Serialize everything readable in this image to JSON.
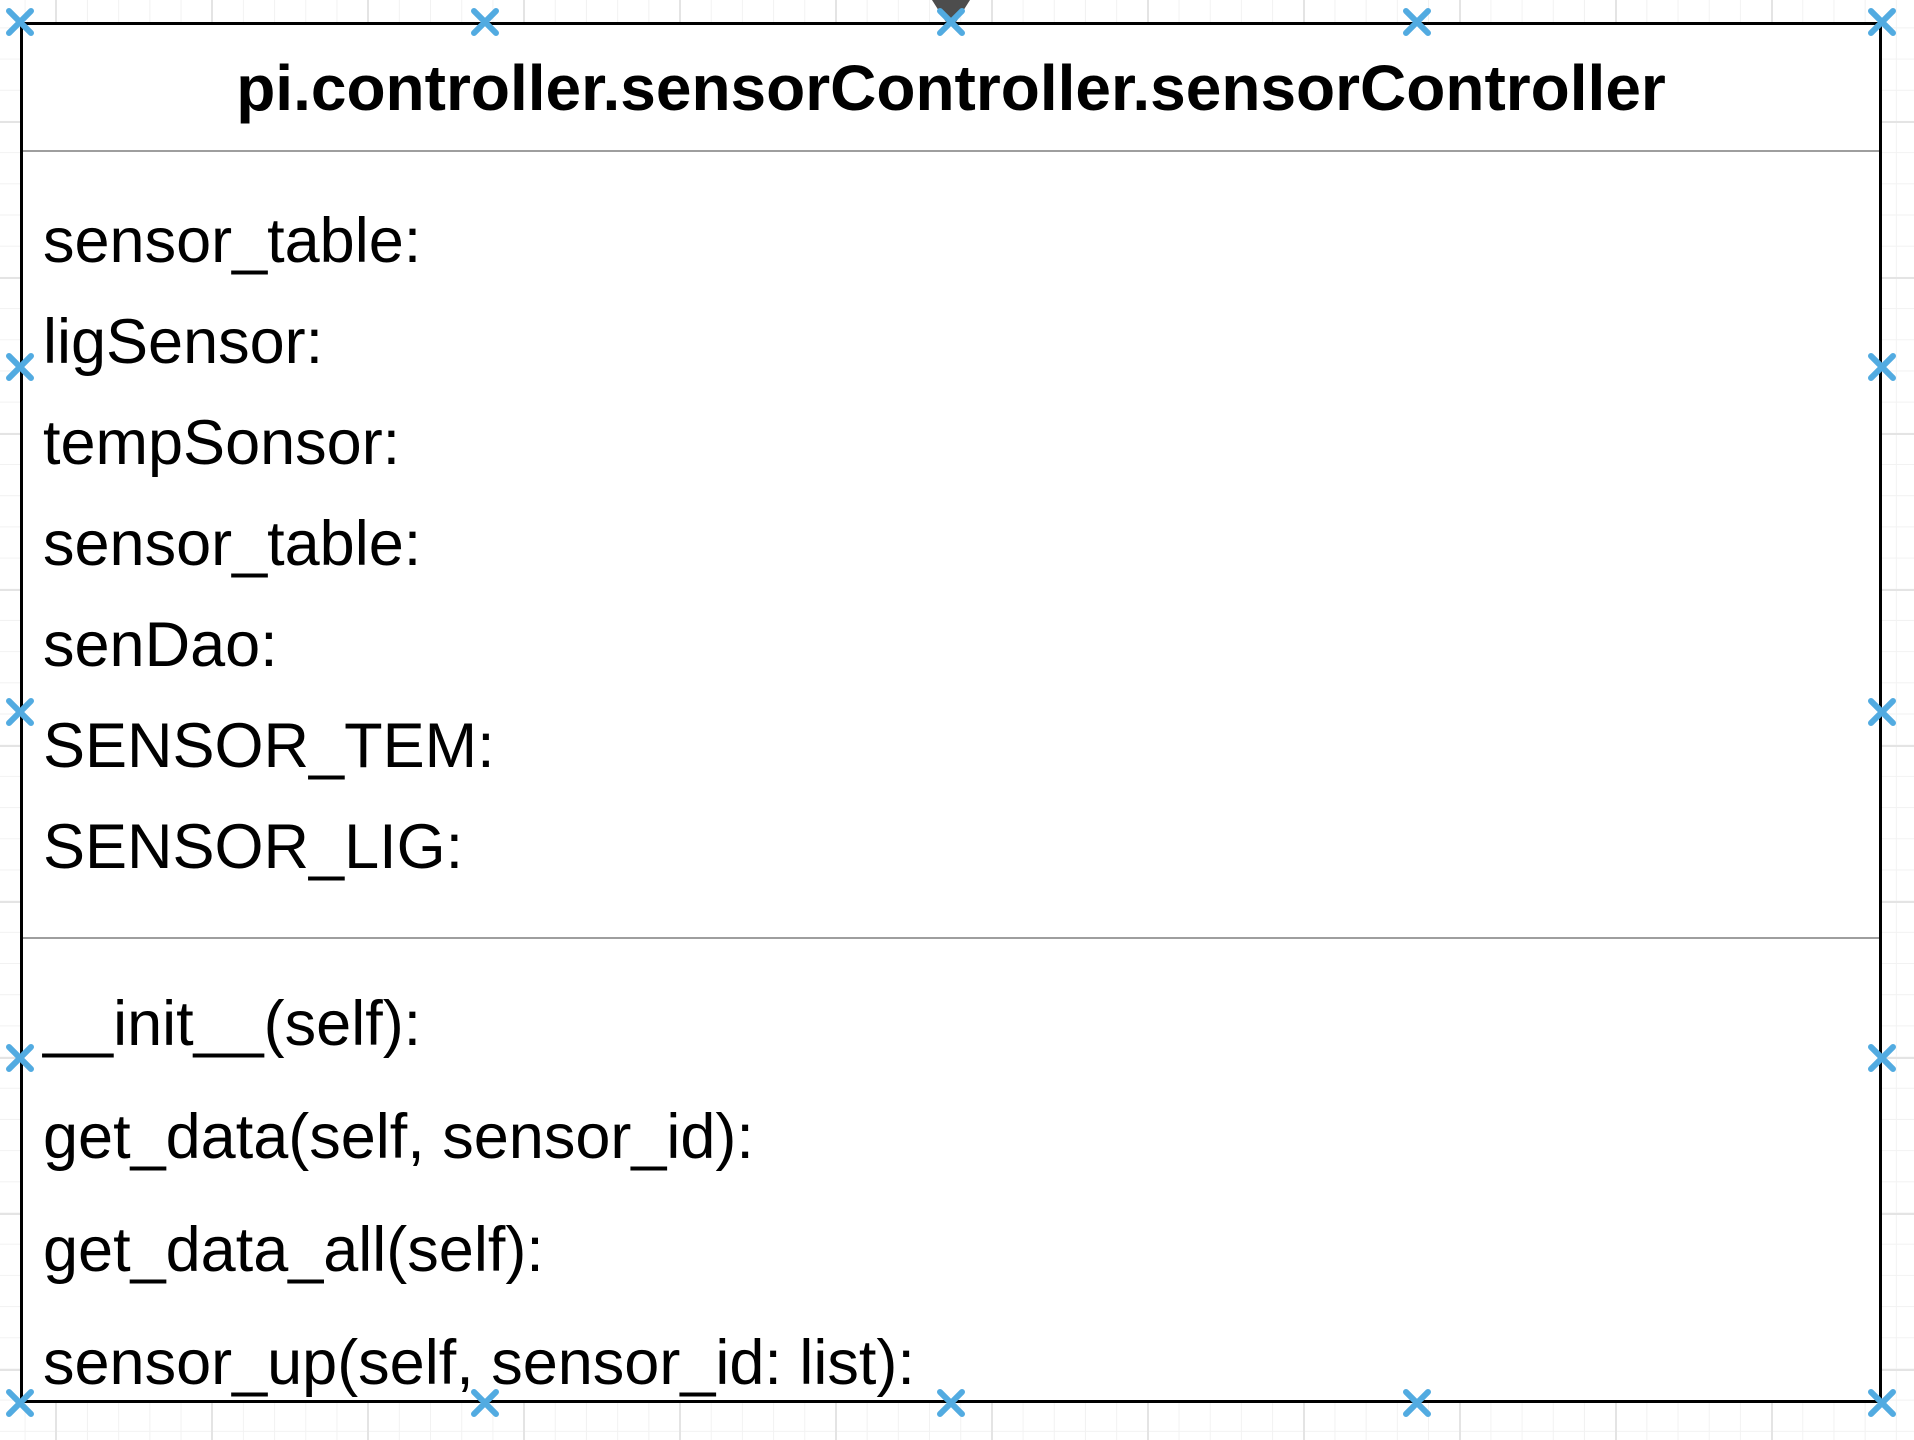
{
  "uml": {
    "title": "pi.controller.sensorController.sensorController",
    "attributes": [
      "sensor_table:",
      "ligSensor:",
      "tempSonsor:",
      "sensor_table:",
      "senDao:",
      "SENSOR_TEM:",
      "SENSOR_LIG:"
    ],
    "methods": [
      "__init__(self):",
      "get_data(self, sensor_id):",
      "get_data_all(self):",
      "sensor_up(self, sensor_id: list):"
    ]
  },
  "editor": {
    "connection_point_icon": "x-cross",
    "arrowhead_icon": "triangle-down-arrowhead"
  },
  "colors": {
    "background": "#ffffff",
    "border": "#000000",
    "separator": "#9e9e9e",
    "connection_point": "#52abe1",
    "arrowhead": "#4d4d4d",
    "grid_minor": "#f2f2f2",
    "grid_major": "#e4e4e4"
  }
}
